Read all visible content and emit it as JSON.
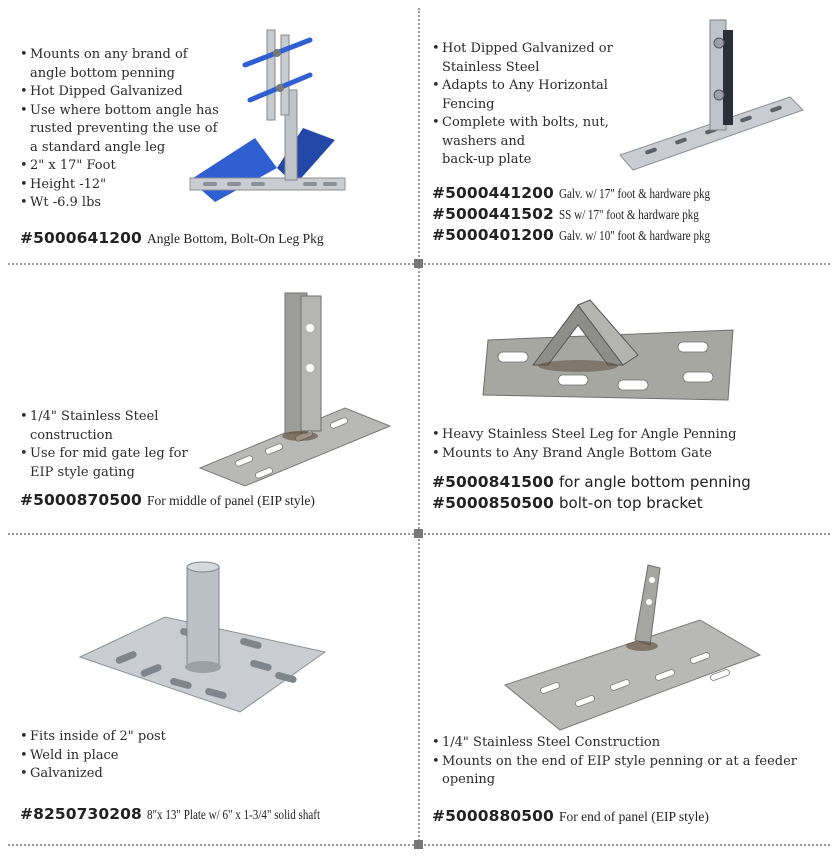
{
  "products": [
    {
      "bullets": [
        "Mounts on any brand of|angle bottom penning",
        "Hot Dipped Galvanized",
        "Use where bottom angle has|rusted preventing the use of|a standard angle leg",
        "2\" x 17\" Foot",
        "Height -12\"",
        "Wt -6.9 lbs"
      ],
      "skus": [
        {
          "sku": "#5000641200",
          "desc": "Angle Bottom, Bolt-On Leg Pkg"
        }
      ],
      "image_icon": "bolt-on-angle-leg-icon"
    },
    {
      "bullets": [
        "Hot Dipped Galvanized or|Stainless Steel",
        "Adapts to Any Horizontal|Fencing",
        "Complete with bolts, nut,|washers and|back-up plate"
      ],
      "skus": [
        {
          "sku": "#5000441200",
          "desc": "Galv. w/ 17\" foot & hardware pkg"
        },
        {
          "sku": "#5000441502",
          "desc": "SS w/ 17\" foot & hardware pkg"
        },
        {
          "sku": "#5000401200",
          "desc": "Galv. w/ 10\" foot & hardware pkg"
        }
      ],
      "image_icon": "t-foot-bracket-icon"
    },
    {
      "bullets": [
        "1/4\" Stainless Steel|construction",
        "Use for mid gate leg for|EIP style gating"
      ],
      "skus": [
        {
          "sku": "#5000870500",
          "desc": "For middle of panel (EIP style)"
        }
      ],
      "image_icon": "mid-panel-leg-icon"
    },
    {
      "bullets": [
        "Heavy Stainless Steel Leg for Angle Penning",
        "Mounts to Any Brand Angle Bottom Gate"
      ],
      "skus": [
        {
          "sku": "#5000841500",
          "desc": "for angle bottom penning"
        },
        {
          "sku": "#5000850500",
          "desc": "bolt-on top bracket"
        }
      ],
      "image_icon": "angle-penning-leg-icon"
    },
    {
      "bullets": [
        "Fits inside of 2\" post",
        "Weld in place",
        "Galvanized"
      ],
      "skus": [
        {
          "sku": "#8250730208",
          "desc": "8\"x 13\" Plate w/ 6\" x 1-3/4\" solid shaft"
        }
      ],
      "image_icon": "post-plate-shaft-icon"
    },
    {
      "bullets": [
        "1/4\" Stainless Steel Construction",
        "Mounts on the end of EIP style penning or at a feeder|opening"
      ],
      "skus": [
        {
          "sku": "#5000880500",
          "desc": "For end of panel (EIP style)"
        }
      ],
      "image_icon": "end-panel-leg-icon"
    }
  ],
  "colors": {
    "accent_blue": "#2f5fd0",
    "steel_light": "#c9cdd2",
    "steel_dark": "#7e858c",
    "divider": "#9a9a9a"
  }
}
